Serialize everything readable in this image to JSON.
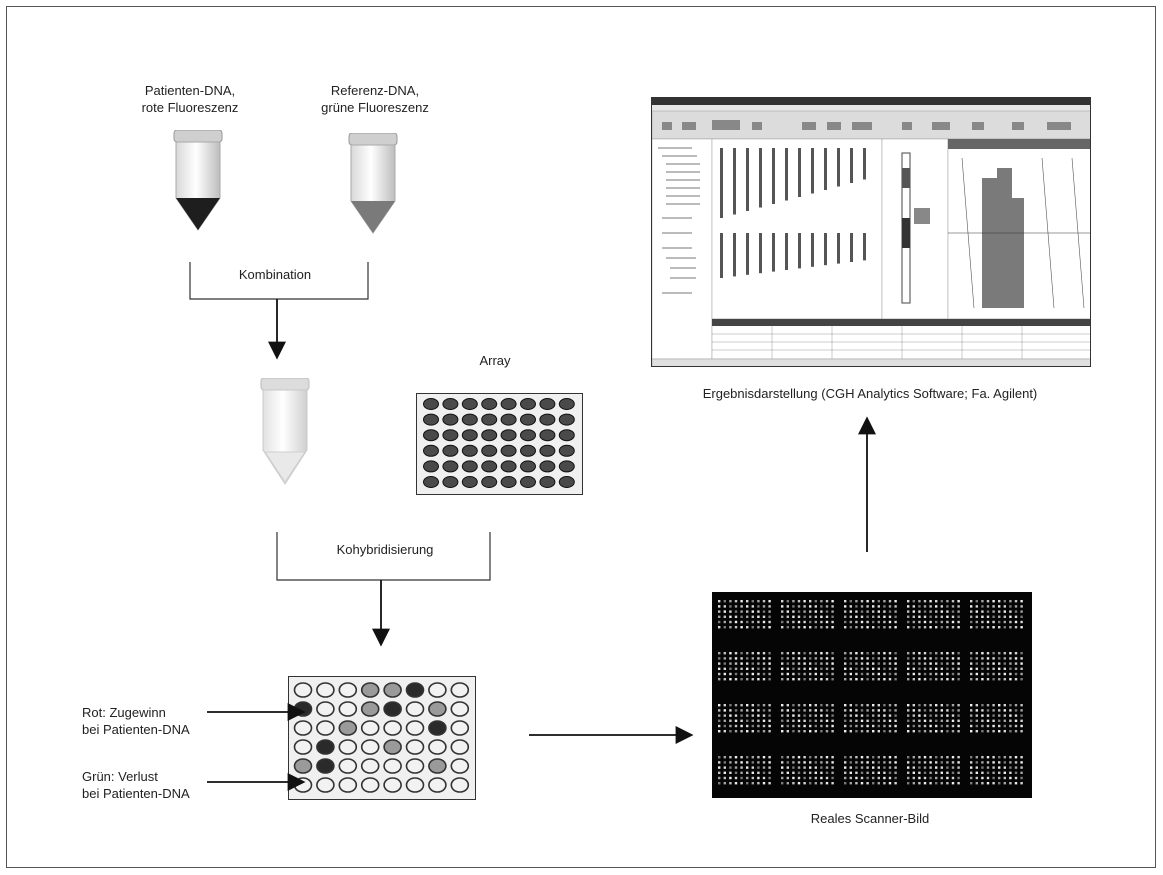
{
  "labels": {
    "patient_dna": [
      "Patienten-DNA,",
      "rote Fluoreszenz"
    ],
    "reference_dna": [
      "Referenz-DNA,",
      "grüne Fluoreszenz"
    ],
    "combination": "Kombination",
    "array": "Array",
    "cohybridization": "Kohybridisierung",
    "red_gain": [
      "Rot: Zugewinn",
      "bei Patienten-DNA"
    ],
    "green_loss": [
      "Grün: Verlust",
      "bei Patienten-DNA"
    ],
    "scanner_image": "Reales Scanner-Bild",
    "result_display": "Ergebnisdarstellung (CGH Analytics Software; Fa. Agilent)"
  },
  "result_array_pattern": [
    [
      "l",
      "l",
      "l",
      "m",
      "m",
      "d",
      "l",
      "l"
    ],
    [
      "d",
      "l",
      "l",
      "m",
      "d",
      "l",
      "m",
      "l"
    ],
    [
      "l",
      "l",
      "m",
      "l",
      "l",
      "l",
      "d",
      "l"
    ],
    [
      "l",
      "d",
      "l",
      "l",
      "m",
      "l",
      "l",
      "l"
    ],
    [
      "m",
      "d",
      "l",
      "l",
      "l",
      "l",
      "m",
      "l"
    ],
    [
      "l",
      "l",
      "l",
      "l",
      "l",
      "l",
      "l",
      "l"
    ]
  ],
  "colors": {
    "frame": "#555555",
    "ink": "#222222",
    "tube_dark": "#1e1e1e",
    "tube_gray": "#7a7a7a",
    "scanner_bg": "#050505"
  },
  "icons": [
    "tube-icon",
    "microarray-icon",
    "software-screenshot",
    "scanner-image"
  ]
}
